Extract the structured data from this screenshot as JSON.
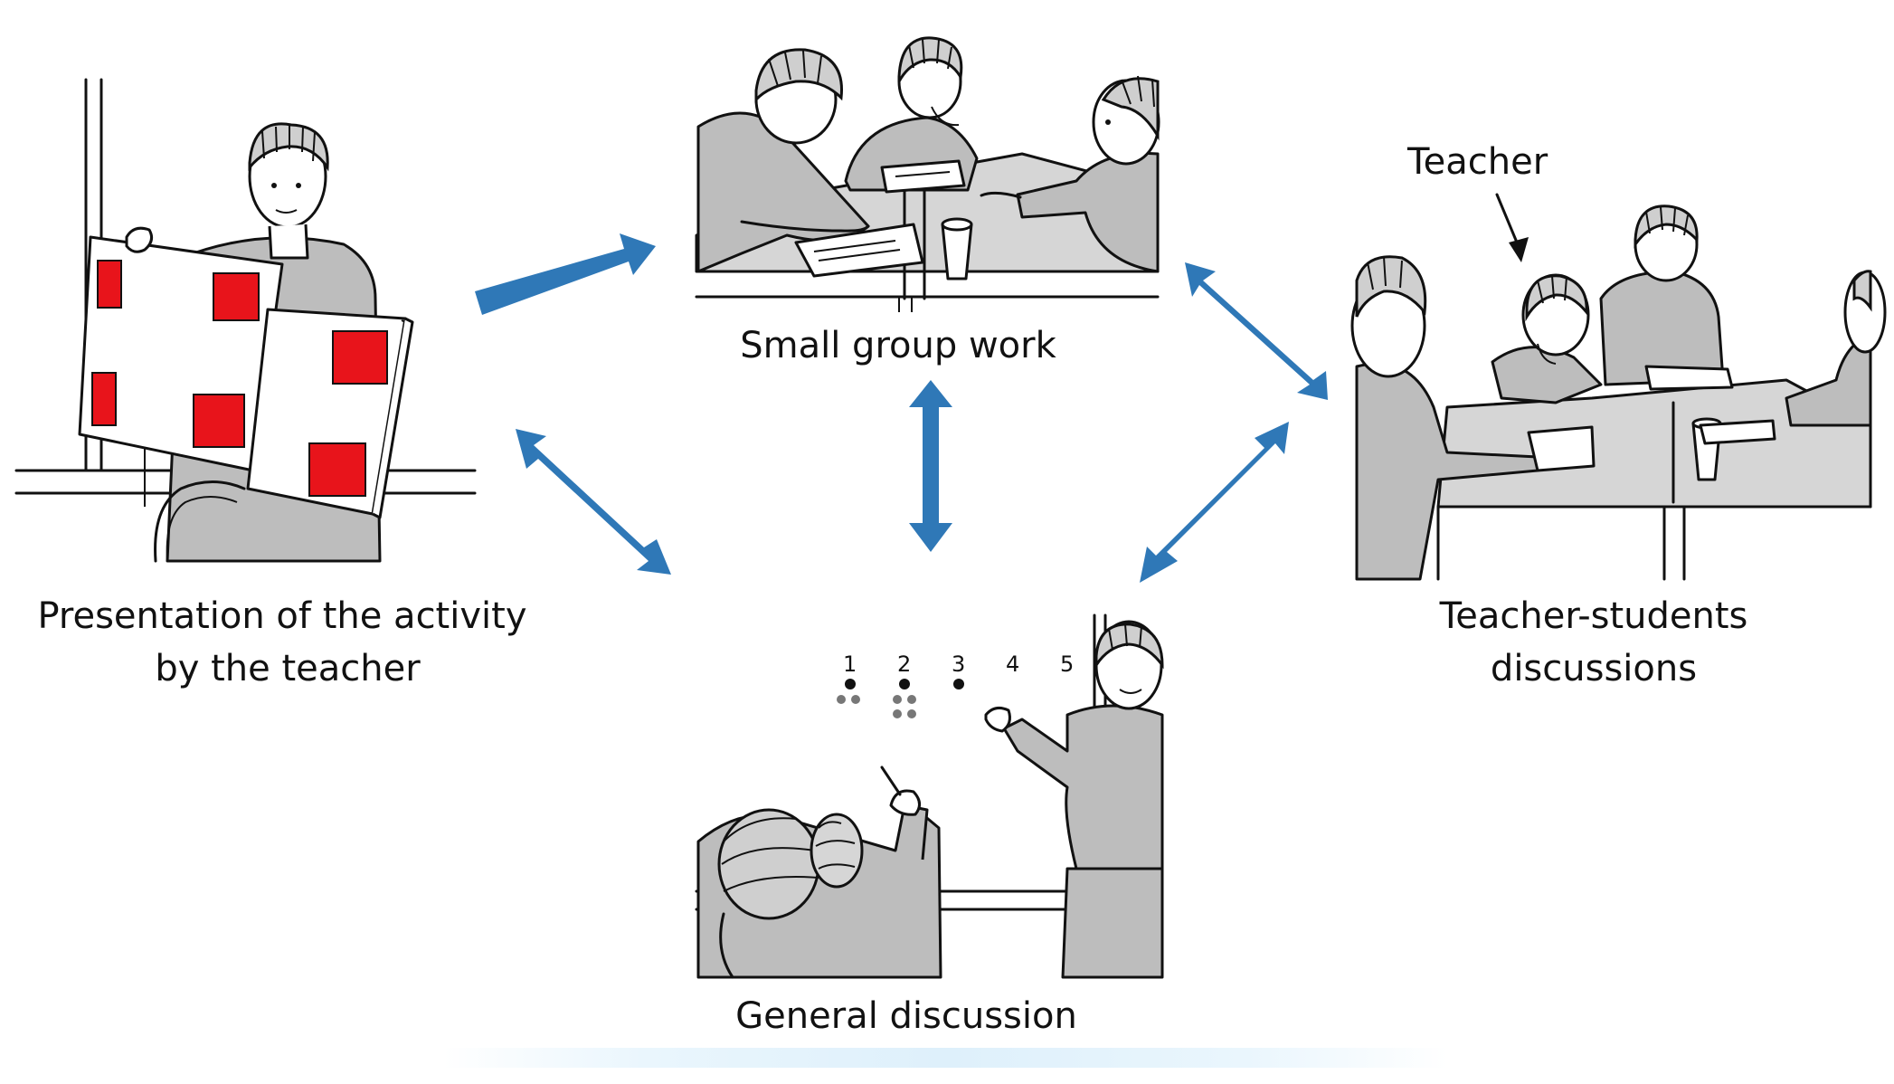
{
  "captions": {
    "presentation_line1": "Presentation of the activity",
    "presentation_line2": "by the teacher",
    "small_group": "Small group work",
    "teacher_students_line1": "Teacher-students",
    "teacher_students_line2": "discussions",
    "general": "General discussion",
    "teacher_label": "Teacher"
  },
  "board_numbers": [
    "1",
    "2",
    "3",
    "4",
    "5"
  ],
  "colors": {
    "arrow": "#2f78b7",
    "card_square": "#e8141b"
  },
  "icons": {
    "arrow": "block-arrow-icon",
    "pointer": "pointer-arrow-icon"
  }
}
